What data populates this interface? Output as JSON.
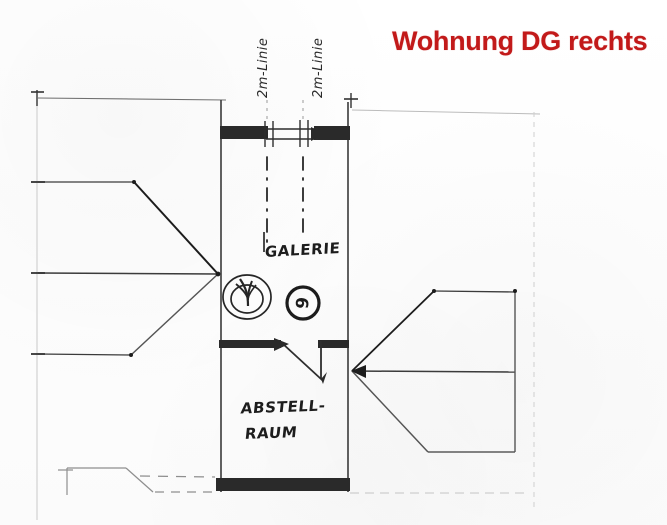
{
  "document": {
    "type": "hand-drawn architectural floor plan scan",
    "title": "Wohnung DG rechts",
    "title_color": "#c21a1a",
    "background_color": "#fefefe",
    "ink_color": "#1d1d1d"
  },
  "annotations": {
    "vertical_labels": [
      {
        "text": "2m-Linie"
      },
      {
        "text": "2m-Linie"
      }
    ],
    "room_labels": [
      {
        "text": "GALERIE"
      },
      {
        "text": "ABSTELL-"
      },
      {
        "text": "RAUM"
      }
    ]
  },
  "plan": {
    "rooms": [
      {
        "name": "Galerie",
        "label": "GALERIE"
      },
      {
        "name": "Abstellraum",
        "label": "ABSTELL-RAUM"
      }
    ],
    "symbols": [
      {
        "name": "spiral-sketch-symbol"
      },
      {
        "name": "circled-six-symbol",
        "text": "6"
      }
    ],
    "walls": {
      "fill": "#2b2b2b",
      "count": 5
    },
    "dimension_arrows": {
      "left": "arrow pointing right toward building",
      "right": "arrow pointing left toward building"
    }
  }
}
